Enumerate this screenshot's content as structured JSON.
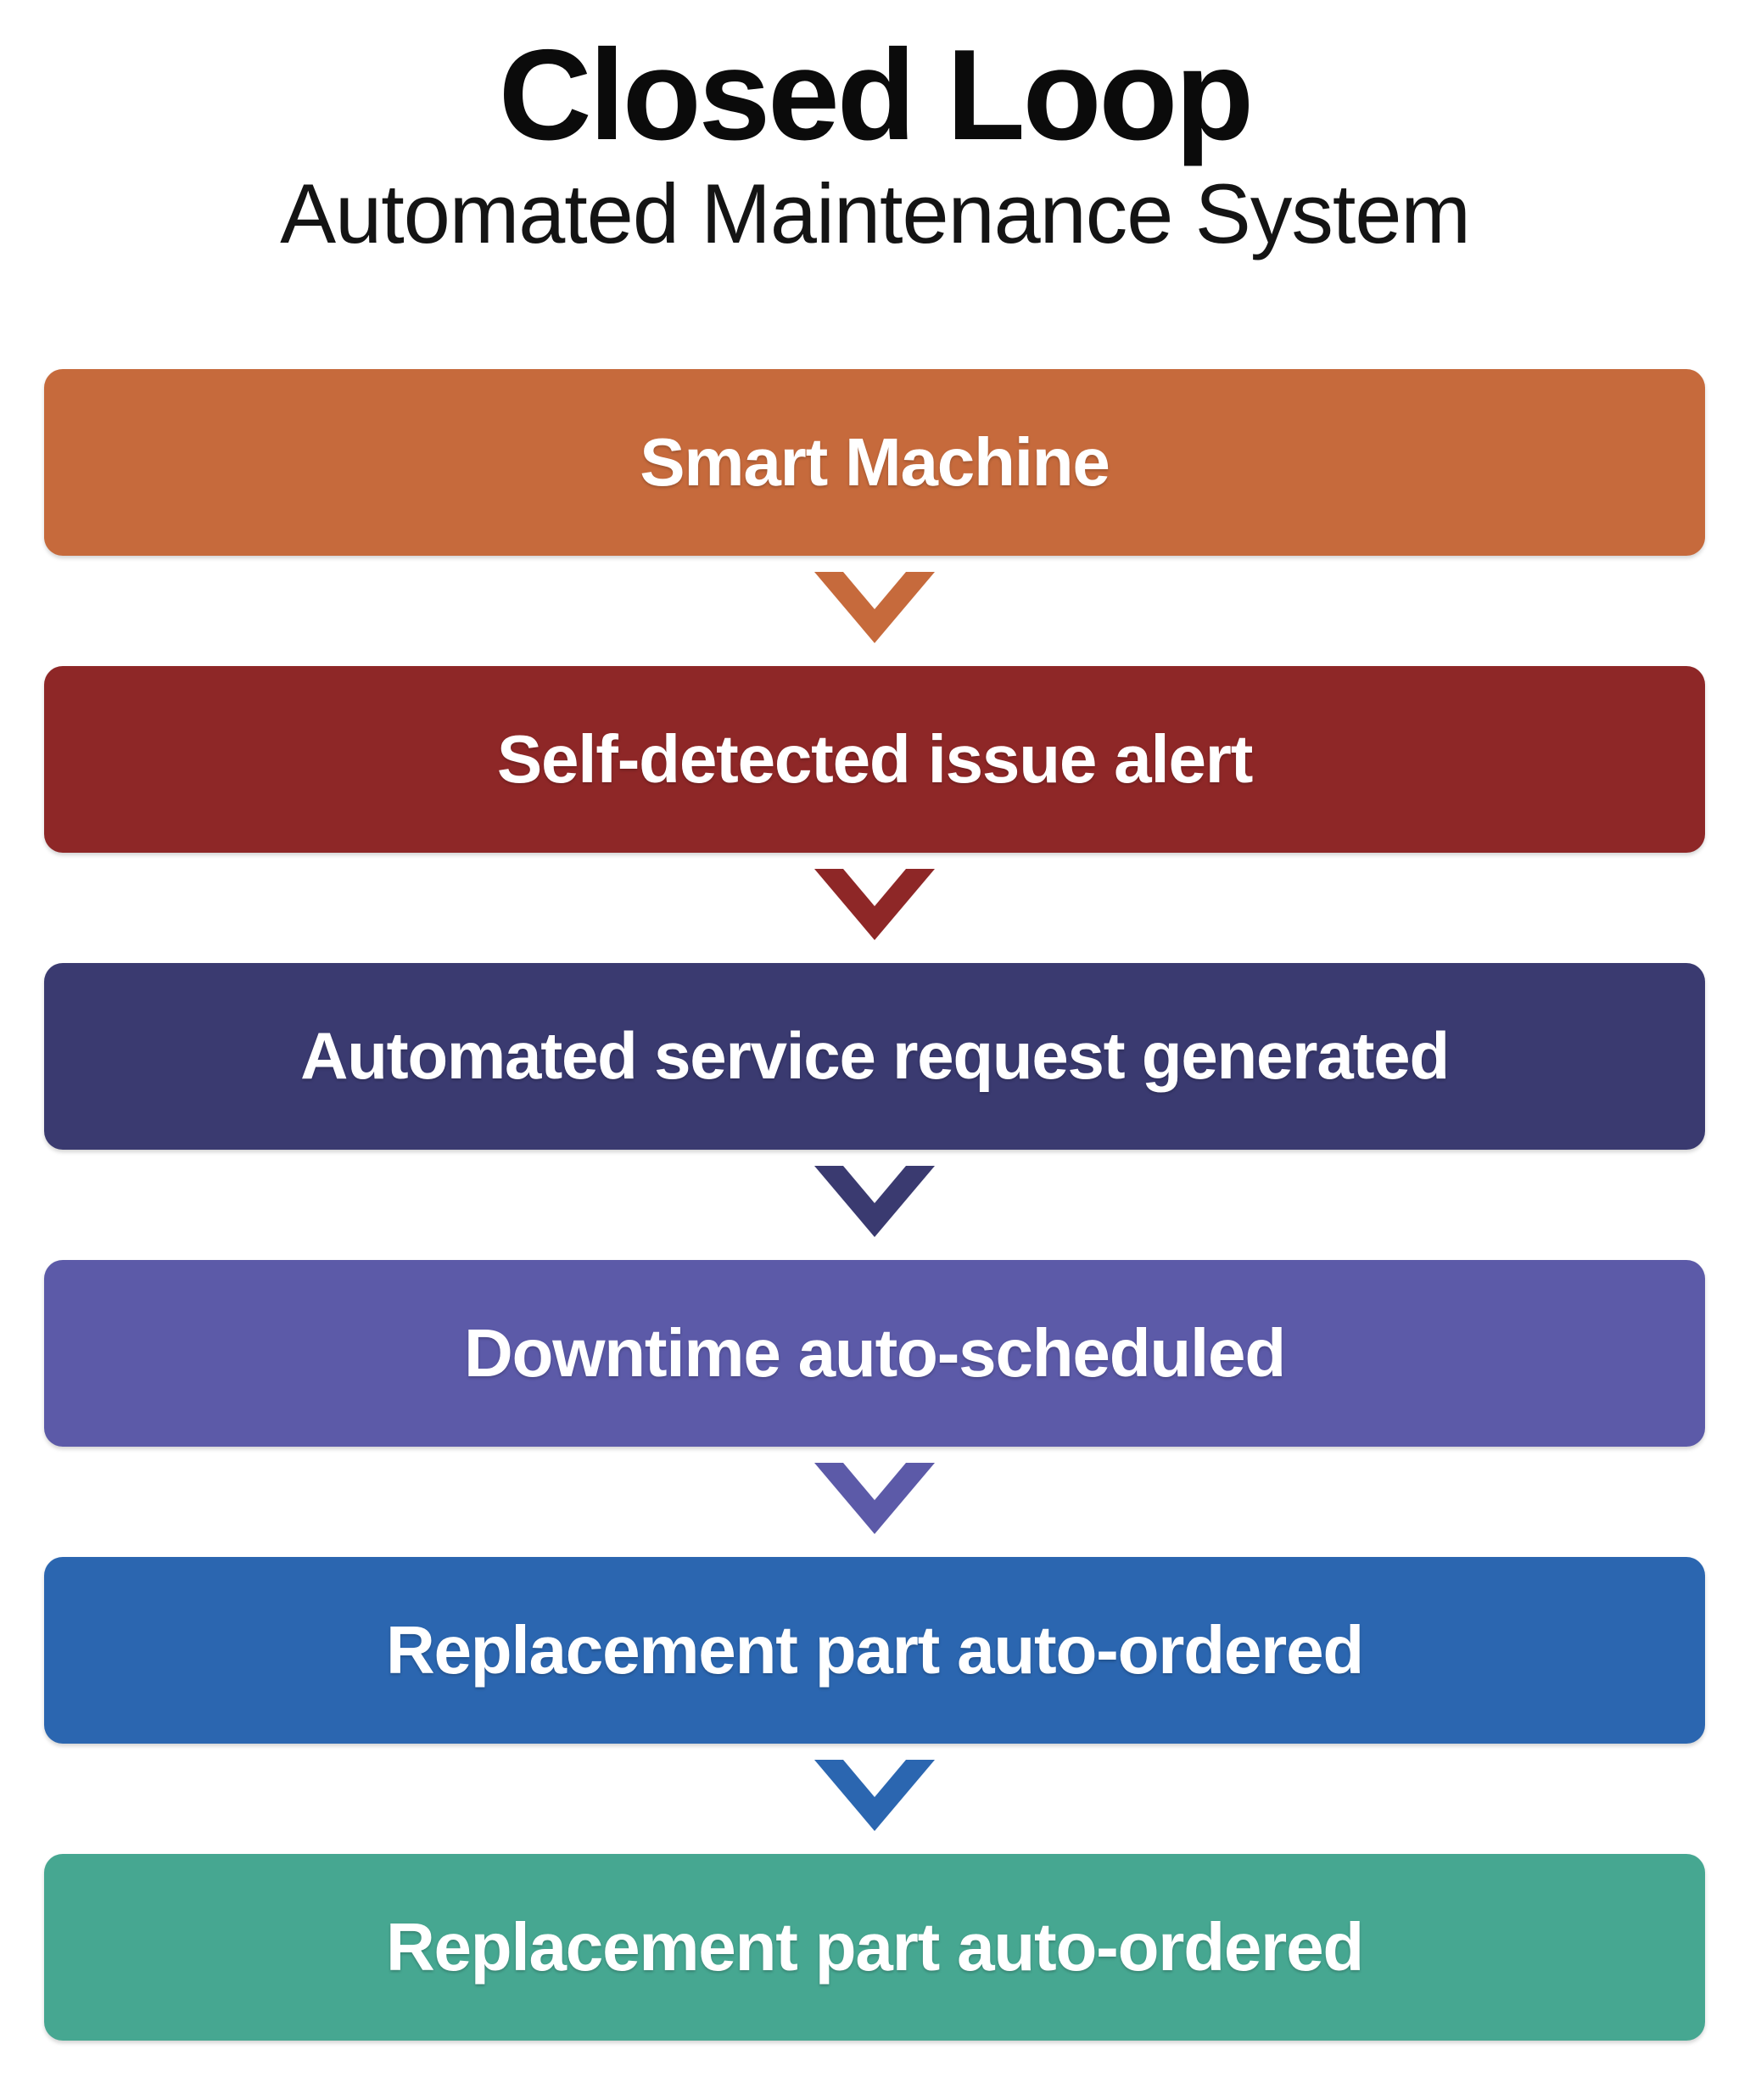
{
  "header": {
    "title": "Closed Loop",
    "subtitle": "Automated Maintenance System"
  },
  "flow": {
    "steps": [
      {
        "label": "Smart Machine",
        "color": "#C66A3C",
        "connector_color": "#C66A3C",
        "has_connector": true
      },
      {
        "label": "Self-detected issue alert",
        "color": "#8E2727",
        "connector_color": "#8E2727",
        "has_connector": true
      },
      {
        "label": "Automated service request generated",
        "color": "#3A3A70",
        "connector_color": "#3A3A70",
        "has_connector": true
      },
      {
        "label": "Downtime auto-scheduled",
        "color": "#5C5AA8",
        "connector_color": "#5C5AA8",
        "has_connector": true
      },
      {
        "label": "Replacement part auto-ordered",
        "color": "#2B66B0",
        "connector_color": "#2B66B0",
        "has_connector": true
      },
      {
        "label": "Replacement part auto-ordered",
        "color": "#46A791",
        "connector_color": "",
        "has_connector": false
      }
    ]
  },
  "colors": {
    "background": "#FFFFFF",
    "title_text": "#0B0B0B",
    "step_text": "#FFFFFF",
    "orange": "#C66A3C",
    "dark_red": "#8E2727",
    "navy": "#3A3A70",
    "purple": "#5C5AA8",
    "blue": "#2B66B0",
    "teal": "#46A791"
  },
  "icons": {
    "connector": "chevron-down-icon"
  }
}
